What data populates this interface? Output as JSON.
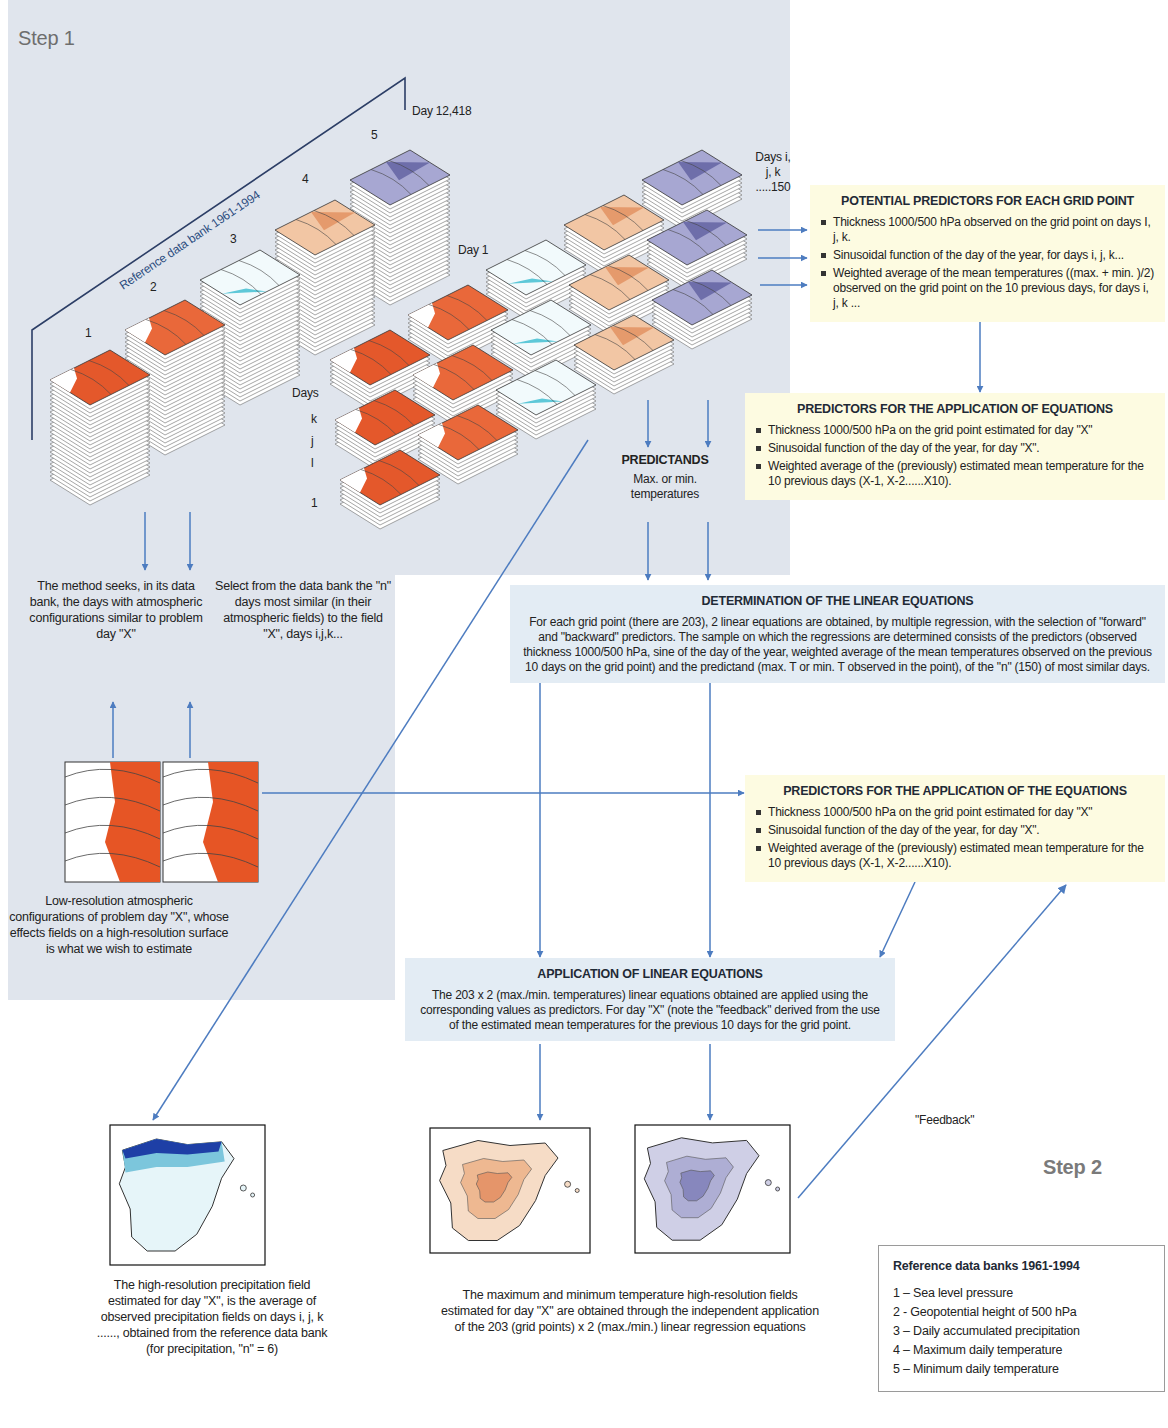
{
  "diagram": {
    "nodes": [
      {
        "text": [
          "POTENTIAL PREDICTORS FOR EACH GRID POINT",
          "Thickness 1000/500 hPa observed on the grid point on days I, j, k.",
          "Sinusoidal function of the day of the year, for days i, j, k...",
          "Weighted average of the mean temperatures ((max. + min. )/2) observed on the grid point on the 10 previous days, for days i, j, k ..."
        ]
      },
      {
        "text": [
          "PREDICTORS FOR THE APPLICATION OF EQUATIONS",
          "Thickness 1000/500 hPa on the grid point estimated for day \"X\"",
          "Sinusoidal function of the day of the year, for day \"X\".",
          "Weighted average of the (previously) estimated mean temperature for the 10 previous days (X-1, X-2......X10)."
        ]
      },
      {
        "text": [
          "DETERMINATION OF THE LINEAR EQUATIONS",
          "For each grid point (there are 203), 2 linear equations are obtained, by multiple regression, with the selection of \"forward\" and \"backward\" predictors. The sample on which the regressions are determined consists of the predictors (observed thickness 1000/500 hPa, sine of the day of the year, weighted average of the mean temperatures observed on the previous 10 days on the grid point) and the predictand (max. T or min. T observed in the point), of the \"n\" (150) of most similar days."
        ]
      },
      {
        "text": [
          "PREDICTORS FOR THE APPLICATION OF THE EQUATIONS",
          "Thickness 1000/500 hPa on the grid point estimated for day \"X\"",
          "Sinusoidal function of the day of the year, for day \"X\".",
          "Weighted average of the (previously) estimated mean temperature for the 10 previous days (X-1, X-2......X10)."
        ]
      },
      {
        "text": [
          "APPLICATION OF LINEAR EQUATIONS",
          "The 203 x 2 (max./min. temperatures) linear equations obtained are applied using the corresponding values as predictors. For day \"X\" (note the \"feedback\" derived from the use of the estimated mean temperatures for the previous 10 days for the grid point."
        ]
      },
      {
        "text": [
          "Reference data banks 1961-1994",
          "1 – Sea level pressure",
          "2 - Geopotential height of 500 hPa",
          "3 – Daily accumulated precipitation",
          "4 – Maximum daily temperature",
          "5 – Minimum daily temperature"
        ]
      }
    ],
    "edges": [
      {
        "from": 0,
        "to": 1,
        "arrow": "to"
      },
      {
        "from": 2,
        "to": 4,
        "arrow": "to"
      },
      {
        "from": 2,
        "to": 4,
        "arrow": "to"
      },
      {
        "from": 3,
        "to": 4,
        "arrow": "to"
      }
    ],
    "labels": [
      "Step 1",
      "Reference data bank 1961-1994",
      "1",
      "2",
      "3",
      "4",
      "5",
      "Day 12,418",
      "Day 1",
      "Days i, j, k .....150",
      "Days",
      "k",
      "j",
      "l",
      "1",
      "PREDICTANDS",
      "Max. or min. temperatures",
      "The method seeks, in its data bank, the days with atmospheric configurations similar to problem day \"X\"",
      "Select from the data bank the \"n\" days most similar (in their atmospheric fields) to the field \"X\", days i,j,k...",
      "Low-resolution atmospheric configurations of problem day \"X\", whose effects fields on a high-resolution surface is what we wish to estimate",
      "\"Feedback\"",
      "Step 2",
      "The high-resolution precipitation field estimated for day \"X\", is the average of observed precipitation fields on days i, j, k ......, obtained from the reference data bank (for precipitation, \"n\" = 6)",
      "The maximum and minimum temperature high-resolution fields estimated for day \"X\" are obtained through the independent application of the 203 (grid points) x 2 (max./min.) linear regression equations"
    ]
  }
}
